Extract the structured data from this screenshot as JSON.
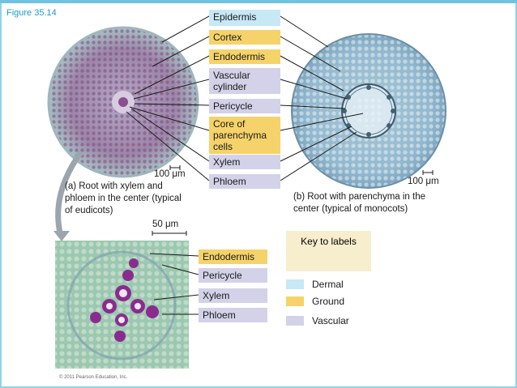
{
  "figure_label": "Figure 35.14",
  "colors": {
    "dermal": "#c7e8f5",
    "ground": "#f5d36a",
    "vascular": "#d3d2e8"
  },
  "top_labels": [
    {
      "text": "Epidermis",
      "type": "dermal"
    },
    {
      "text": "Cortex",
      "type": "ground"
    },
    {
      "text": "Endodermis",
      "type": "ground"
    },
    {
      "text": "Vascular cylinder",
      "type": "vascular"
    },
    {
      "text": "Pericycle",
      "type": "vascular"
    },
    {
      "text": "Core of parenchyma cells",
      "type": "ground"
    },
    {
      "text": "Xylem",
      "type": "vascular"
    },
    {
      "text": "Phloem",
      "type": "vascular"
    }
  ],
  "bottom_labels": [
    {
      "text": "Endodermis",
      "type": "ground"
    },
    {
      "text": "Pericycle",
      "type": "vascular"
    },
    {
      "text": "Xylem",
      "type": "vascular"
    },
    {
      "text": "Phloem",
      "type": "vascular"
    }
  ],
  "captions": {
    "a": "(a) Root with xylem and phloem in the center (typical of eudicots)",
    "b": "(b) Root with parenchyma in the center (typical of monocots)"
  },
  "scale_bars": {
    "a": "100 μm",
    "b": "100 μm",
    "c": "50 μm"
  },
  "key": {
    "title": "Key to labels",
    "items": [
      {
        "text": "Dermal",
        "type": "dermal"
      },
      {
        "text": "Ground",
        "type": "ground"
      },
      {
        "text": "Vascular",
        "type": "vascular"
      }
    ]
  },
  "copyright": "© 2011 Pearson Education, Inc."
}
